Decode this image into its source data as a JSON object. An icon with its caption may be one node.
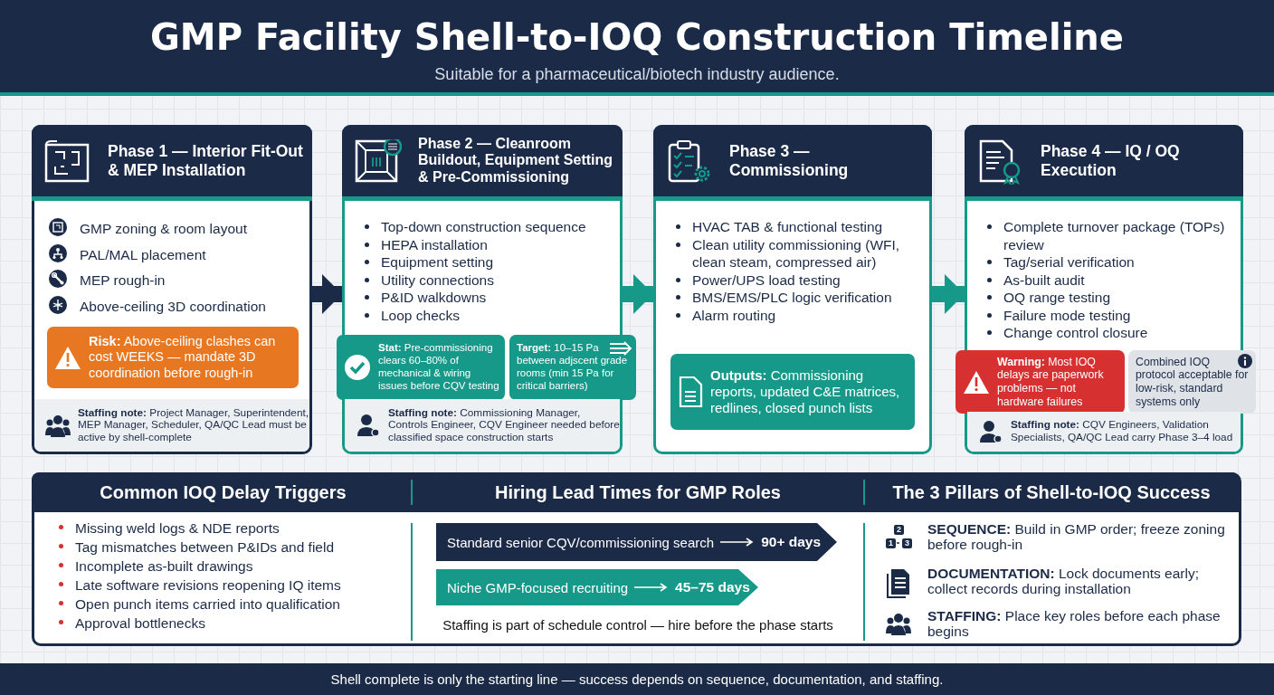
{
  "diagram": {
    "title": "GMP Facility Shell-to-IOQ Construction Timeline",
    "caption": "Shell complete is only the starting line — success depends on sequence, documentation, and staffing.",
    "nodes": [
      {
        "text": [
          "Phase 1 — Interior Fit-Out & MEP Installation",
          "GMP zoning & room layout",
          "PAL/MAL placement",
          "MEP rough-in",
          "Above-ceiling 3D coordination"
        ]
      },
      {
        "text": [
          "**Risk:** Above-ceiling clashes can cost WEEKS — mandate 3D coordination before rough-in"
        ],
        "in": 0
      },
      {
        "text": [
          "**Staffing note:** Project Manager, Superintendent, MEP Manager, Scheduler, QA/QC Lead must be active by shell-complete"
        ],
        "in": 0
      },
      {
        "text": [
          "Phase 2 — Cleanroom Buildout, Equipment Setting & Pre-Commissioning",
          "Top-down construction sequence",
          "HEPA installation",
          "Equipment setting",
          "Utility connections",
          "P&ID walkdowns",
          "Loop checks"
        ]
      },
      {
        "text": [
          "**Stat:** Pre-commissioning clears 60–80% of mechanical & wiring issues before CQV testing"
        ],
        "in": 3
      },
      {
        "text": [
          "**Target:** 10–15 Pa between adjscent grade rooms (min 15 Pa for critical barriers)"
        ],
        "in": 3
      },
      {
        "text": [
          "**Staffing note:** Commissioning Manager, Controls Engineer, CQV Engineer needed before classified space construction starts"
        ],
        "in": 3
      },
      {
        "text": [
          "Phase 3 — Commissioning",
          "HVAC TAB & functional testing",
          "Clean utility commissioning (WFI, clean steam, compressed air)",
          "Power/UPS load testing",
          "BMS/EMS/PLC logic verification",
          "Alarm routing"
        ]
      },
      {
        "text": [
          "**Outputs:** Commissioning reports, updated C&E matrices, redlines, closed punch lists"
        ],
        "in": 7
      },
      {
        "text": [
          "Phase 4 — IQ / OQ Execution",
          "Complete turnover package (TOPs) review",
          "Tag/serial verification",
          "As-built audit",
          "OQ range testing",
          "Failure mode testing",
          "Change control closure"
        ]
      },
      {
        "text": [
          "**Warning:** Most IOQ delays are paperwork problems — not hardware failures"
        ],
        "in": 9
      },
      {
        "text": [
          "Combined IOQ protocol acceptable for low-risk, standard systems only"
        ],
        "in": 9
      },
      {
        "text": [
          "**Staffing note:** CQV Engineers, Validation Specialists, QA/QC Lead carry Phase 3–4 load"
        ],
        "in": 9
      },
      {
        "text": [
          "Common IOQ Delay Triggers",
          "Missing weld logs & NDE reports",
          "Tag mismatches between P&IDs and field",
          "Incomplete as-built drawings",
          "Late software revisions reopening IQ items",
          "Open punch items carried into qualification",
          "Approval bottlenecks"
        ]
      },
      {
        "text": [
          "Hiring Lead Times for GMP Roles",
          "Staffing is part of schedule control — hire before the phase starts"
        ]
      },
      {
        "text": [
          "Standard senior CQV/commissioning search",
          "90+ days"
        ],
        "in": 14
      },
      {
        "text": [
          "Niche GMP-focused recruiting",
          "45–75 days"
        ],
        "in": 14
      },
      {
        "text": [
          "The 3 Pillars of Shell-to-IOQ Success",
          "**SEQUENCE:** Build in GMP order; freeze zoning before rough-in",
          "**DOCUMENTATION:** Lock documents early; collect records during installation",
          "**STAFFING:** Place key roles before each phase begins"
        ]
      }
    ],
    "edges": [
      {
        "from": 0,
        "to": 3,
        "arrow": "to",
        "color": "#1b2a47"
      },
      {
        "from": 3,
        "to": 7,
        "arrow": "to"
      },
      {
        "from": 7,
        "to": 9,
        "arrow": "to"
      }
    ],
    "labels": [
      "Suitable for a pharmaceutical/biotech industry audience.",
      "2",
      "1",
      "3"
    ]
  }
}
